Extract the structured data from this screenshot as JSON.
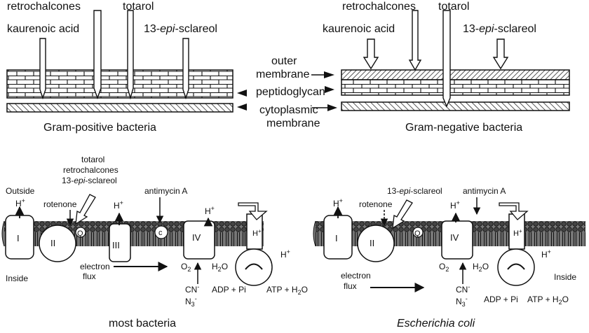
{
  "top": {
    "left": {
      "retrochalcones": "retrochalcones",
      "totarol": "totarol",
      "kaurenoic_acid": "kaurenoic acid",
      "sclareol_prefix": "13-",
      "sclareol_epi": "epi",
      "sclareol_suffix": "-sclareol",
      "caption": "Gram-positive bacteria"
    },
    "right": {
      "retrochalcones": "retrochalcones",
      "totarol": "totarol",
      "kaurenoic_acid": "kaurenoic acid",
      "sclareol_prefix": "13-",
      "sclareol_epi": "epi",
      "sclareol_suffix": "-sclareol",
      "caption": "Gram-negative bacteria"
    },
    "middle": {
      "outer_1": "outer",
      "outer_2": "membrane",
      "peptidoglycan": "peptidoglycan",
      "cyto_1": "cytoplasmic",
      "cyto_2": "membrane"
    }
  },
  "bottom": {
    "left": {
      "outside": "Outside",
      "inside": "Inside",
      "inhibitor_1": "totarol",
      "inhibitor_2": "retrochalcones",
      "inhibitor_3_prefix": "13-",
      "inhibitor_3_epi": "epi",
      "inhibitor_3_suffix": "-sclareol",
      "rotenone": "rotenone",
      "antimycin": "antimycin A",
      "complex_I": "I",
      "complex_II": "II",
      "complex_III": "III",
      "complex_IV": "IV",
      "q": "Q",
      "c": "c",
      "h_plus": "H",
      "plus": "+",
      "electron_1": "electron",
      "electron_2": "flux",
      "o2": "O",
      "o2_sub": "2",
      "h2o_h": "H",
      "h2o_sub": "2",
      "h2o_o": "O",
      "cn": "CN",
      "cn_sup": "-",
      "n3": "N",
      "n3_sub": "3",
      "n3_sup": "-",
      "adp": "ADP + Pi",
      "atp": "ATP + H",
      "atp_sub": "2",
      "atp_end": "O",
      "caption": "most bacteria"
    },
    "right": {
      "inside": "Inside",
      "sclareol_prefix": "13-",
      "sclareol_epi": "epi",
      "sclareol_suffix": "-sclareol",
      "rotenone": "rotenone",
      "antimycin": "antimycin A",
      "complex_I": "I",
      "complex_II": "II",
      "complex_IV": "IV",
      "q": "Q",
      "electron_1": "electron",
      "electron_2": "flux",
      "adp": "ADP + Pi",
      "atp": "ATP + H",
      "atp_sub": "2",
      "atp_end": "O",
      "caption": "Escherichia coli"
    }
  },
  "colors": {
    "ink": "#111111",
    "paper": "#ffffff",
    "grey": "#cfcfcf"
  },
  "icons": {
    "arrow_down": "open-down-arrow-icon",
    "arrow_left": "filled-left-arrow-icon"
  }
}
